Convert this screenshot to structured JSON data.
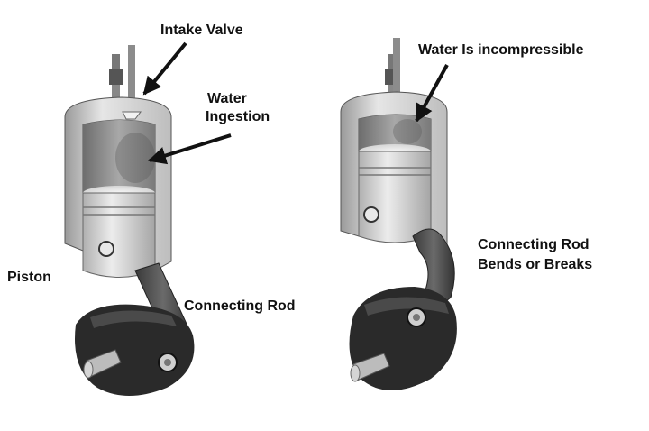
{
  "labels": {
    "intake_valve": "Intake Valve",
    "water_ingestion_1": "Water",
    "water_ingestion_2": "Ingestion",
    "piston": "Piston",
    "connecting_rod": "Connecting Rod",
    "water_incompressible": "Water Is incompressible",
    "rod_bends_1": "Connecting Rod",
    "rod_bends_2": "Bends or Breaks"
  },
  "colors": {
    "background": "#ffffff",
    "text": "#111111",
    "metal": "#d8d8d8",
    "crank": "#2a2a2a"
  }
}
